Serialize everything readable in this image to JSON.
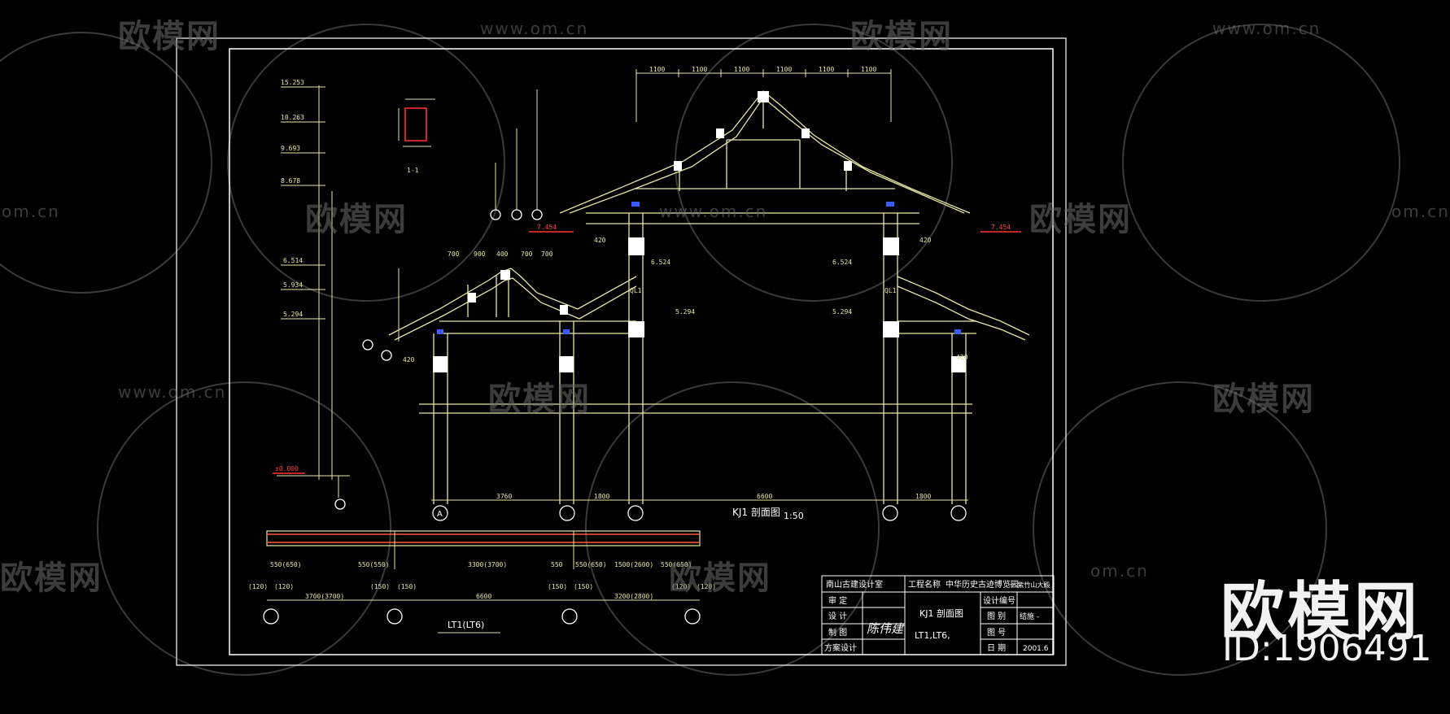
{
  "watermark": {
    "brand": "欧模网",
    "url": "www.om.cn",
    "url_short": "om.cn",
    "brand_short": "欧模网",
    "big_brand": "欧模网",
    "id_label": "ID:1906491"
  },
  "drawing": {
    "section_title": "KJ1 剖面图",
    "section_scale": "1:50",
    "beam_title": "LT1(LT6)",
    "detail_label": "1-1",
    "dims_top": [
      "1100",
      "1100",
      "1100",
      "1100",
      "1100",
      "1100"
    ],
    "dims_small": [
      "700",
      "900",
      "400",
      "700",
      "700"
    ],
    "dims_bottom": [
      "3760",
      "1800",
      "6600",
      "1800"
    ],
    "elevations": {
      "left_a": "7.454",
      "right_a": "7.454",
      "base": "±0.000",
      "top1": "15.253",
      "top2": "10.263",
      "top3": "9.693",
      "top4": "8.678",
      "mid1": "6.514",
      "mid2": "5.934",
      "mid3": "5.294",
      "right_mid1": "6.524",
      "right_mid2": "5.294",
      "left_mid1": "6.524",
      "left_mid2": "5.294"
    },
    "labels": {
      "ql1_left": "QL1",
      "ql1_right": "QL1",
      "axis_a": "A",
      "dim_420a": "420",
      "dim_420b": "420",
      "dim_420c": "420",
      "dim_420d": "420"
    },
    "beam_dims": {
      "seg1": "3700(3700)",
      "seg2": "6600",
      "seg3": "3200(2800)",
      "s1": "550(650)",
      "s2": "550(550)",
      "s3": "3300(3700)",
      "s4": "550",
      "s5": "550(650)",
      "s6": "1500(2600)",
      "s7": "550(650)",
      "p1": "(120)",
      "p2": "(120)",
      "p3": "(150)",
      "p4": "(150)",
      "p5": "(150)",
      "p6": "(150)",
      "p7": "(120)",
      "p8": "(120)"
    }
  },
  "title_block": {
    "institute": "南山古建设计室",
    "project_label": "工程名称",
    "project_name": "中华历史古迹博览园",
    "sub_project": "一 紫竹山大殿",
    "review": "审  定",
    "design": "设  计",
    "drawing_by": "制  图",
    "proof": "方案设计",
    "signature": "陈伟建",
    "content1": "KJ1  剖面图",
    "content2": "LT1,LT6,",
    "design_no": "设计编号",
    "drawing_type": "图  别",
    "drawing_type_val": "结施 -",
    "drawing_no": "图  号",
    "date": "日  期",
    "date_val": "2001.6"
  }
}
